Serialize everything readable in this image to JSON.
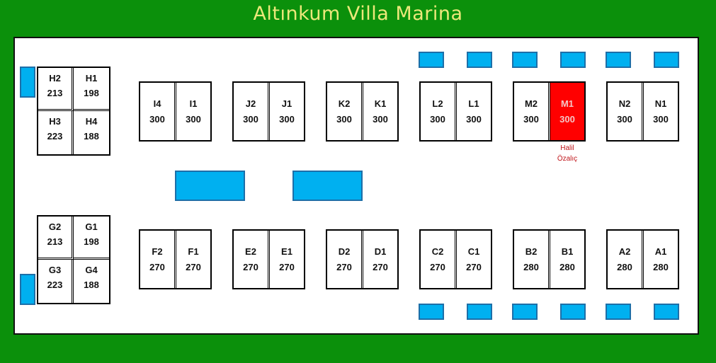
{
  "title": "Altınkum Villa Marina",
  "colors": {
    "background": "#0b900b",
    "pool": "#00b0f0",
    "sold": "#ff0000",
    "title": "#ece87a"
  },
  "blocks": {
    "H": [
      {
        "label": "H2",
        "value": "213"
      },
      {
        "label": "H1",
        "value": "198"
      },
      {
        "label": "H3",
        "value": "223"
      },
      {
        "label": "H4",
        "value": "188"
      }
    ],
    "G": [
      {
        "label": "G2",
        "value": "213"
      },
      {
        "label": "G1",
        "value": "198"
      },
      {
        "label": "G3",
        "value": "223"
      },
      {
        "label": "G4",
        "value": "188"
      }
    ]
  },
  "top_row": [
    [
      {
        "label": "I4",
        "value": "300"
      },
      {
        "label": "I1",
        "value": "300"
      }
    ],
    [
      {
        "label": "J2",
        "value": "300"
      },
      {
        "label": "J1",
        "value": "300"
      }
    ],
    [
      {
        "label": "K2",
        "value": "300"
      },
      {
        "label": "K1",
        "value": "300"
      }
    ],
    [
      {
        "label": "L2",
        "value": "300"
      },
      {
        "label": "L1",
        "value": "300"
      }
    ],
    [
      {
        "label": "M2",
        "value": "300"
      },
      {
        "label": "M1",
        "value": "300",
        "sold": true
      }
    ],
    [
      {
        "label": "N2",
        "value": "300"
      },
      {
        "label": "N1",
        "value": "300"
      }
    ]
  ],
  "bottom_row": [
    [
      {
        "label": "F2",
        "value": "270"
      },
      {
        "label": "F1",
        "value": "270"
      }
    ],
    [
      {
        "label": "E2",
        "value": "270"
      },
      {
        "label": "E1",
        "value": "270"
      }
    ],
    [
      {
        "label": "D2",
        "value": "270"
      },
      {
        "label": "D1",
        "value": "270"
      }
    ],
    [
      {
        "label": "C2",
        "value": "270"
      },
      {
        "label": "C1",
        "value": "270"
      }
    ],
    [
      {
        "label": "B2",
        "value": "280"
      },
      {
        "label": "B1",
        "value": "280"
      }
    ],
    [
      {
        "label": "A2",
        "value": "280"
      },
      {
        "label": "A1",
        "value": "280"
      }
    ]
  ],
  "owner": {
    "villa": "M1",
    "line1": "Halil",
    "line2": "Özalıç"
  }
}
